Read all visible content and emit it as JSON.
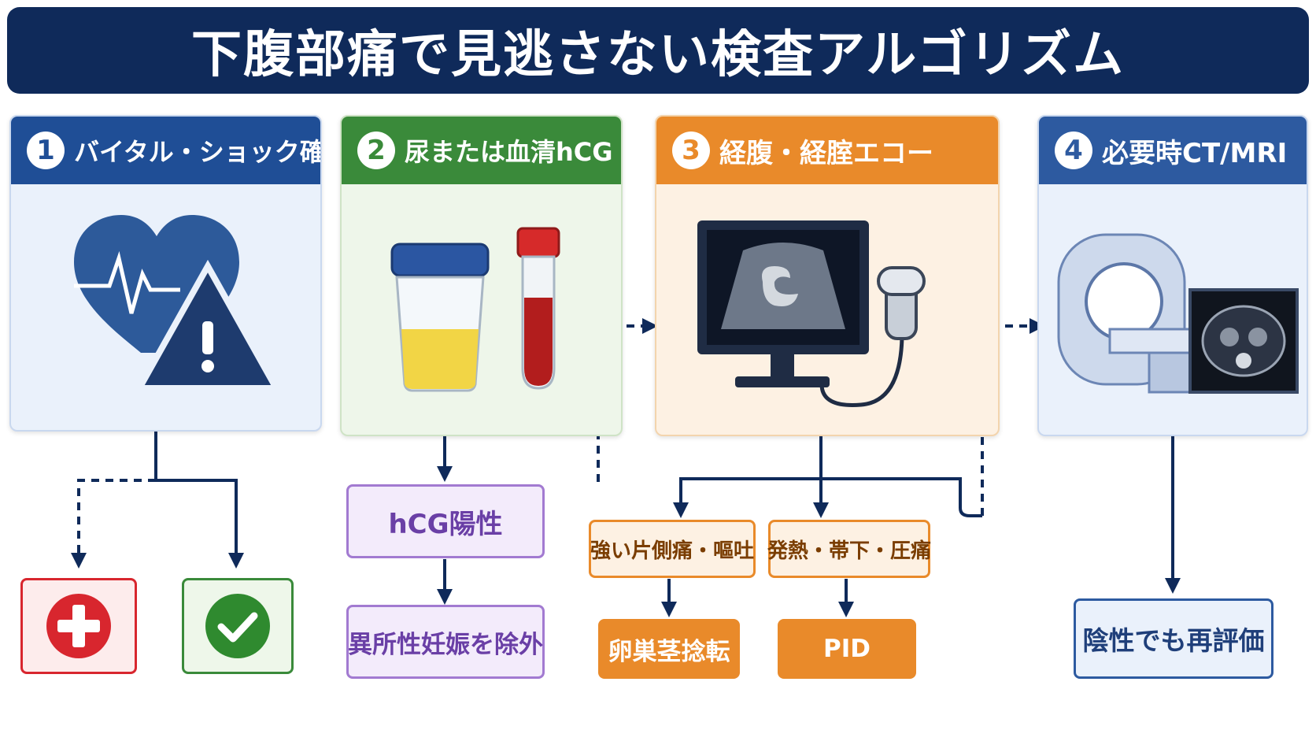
{
  "title": "下腹部痛で見逃さない検査アルゴリズム",
  "steps": [
    {
      "number": "1",
      "label": "バイタル・ショック確認",
      "color": "#1f4e96"
    },
    {
      "number": "2",
      "label": "尿または血清hCG",
      "color": "#3a8a3a"
    },
    {
      "number": "3",
      "label": "経腹・経腟エコー",
      "color": "#e98a2a"
    },
    {
      "number": "4",
      "label": "必要時CT/MRI",
      "color": "#2d5aa0"
    }
  ],
  "step1": {
    "unstable_icon": "red-cross-icon",
    "stable_icon": "green-check-icon"
  },
  "step2": {
    "positive": "hCG陽性",
    "exclude": "異所性妊娠を除外"
  },
  "step3": {
    "branch_a": "強い片側痛・嘔吐",
    "branch_b": "発熱・帯下・圧痛",
    "result_a": "卵巣茎捻転",
    "result_b": "PID"
  },
  "step4": {
    "result": "陰性でも再評価"
  },
  "colors": {
    "navy": "#0f2a5a",
    "blue": "#1f4e96",
    "green": "#3a8a3a",
    "orange": "#e98a2a",
    "purple": "#7a4cb6",
    "red": "#d8262e"
  }
}
